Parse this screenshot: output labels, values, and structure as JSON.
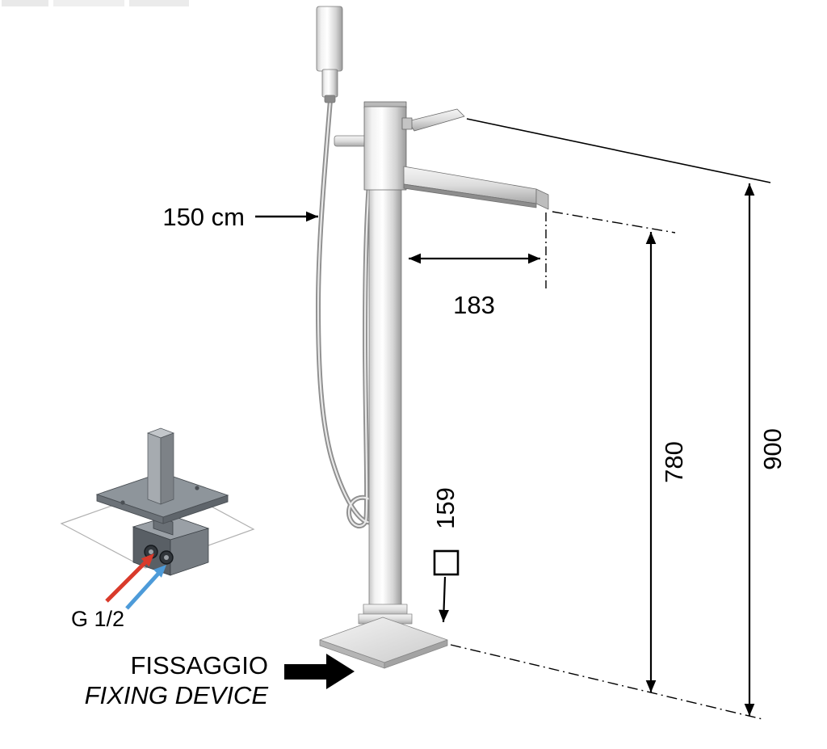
{
  "labels": {
    "hose_length": "150 cm",
    "spout_reach": "183",
    "spout_height": "780",
    "total_height": "900",
    "base_section": "159",
    "thread": "G 1/2",
    "fixing_it": "FISSAGGIO",
    "fixing_en": "FIXING DEVICE"
  },
  "colors": {
    "dimension_line": "#000000",
    "hot_water_arrow": "#d93a2b",
    "cold_water_arrow": "#4d9bd9"
  }
}
